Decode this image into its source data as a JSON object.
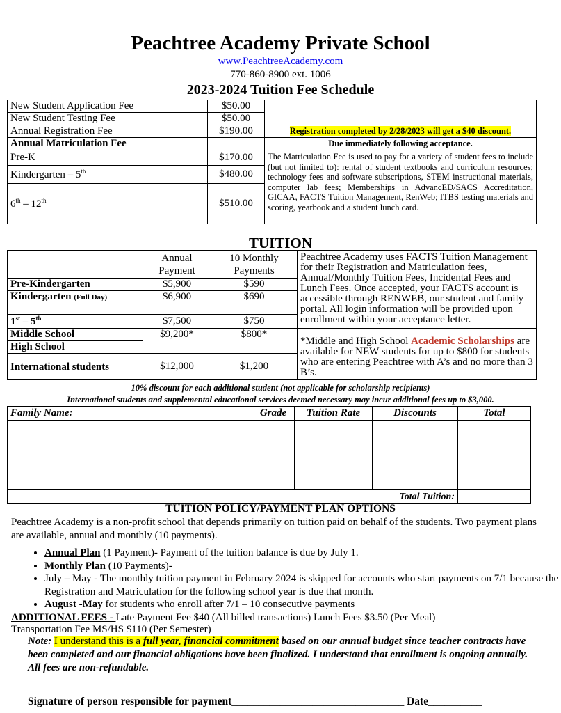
{
  "header": {
    "title": "Peachtree Academy Private School",
    "website": "www.PeachtreeAcademy.com",
    "phone": "770-860-8900 ext. 1006",
    "schedule_title": "2023-2024 Tuition Fee Schedule"
  },
  "fees": {
    "rows": [
      {
        "label": "New Student Application Fee",
        "amount": "$50.00"
      },
      {
        "label": "New Student Testing Fee",
        "amount": "$50.00"
      },
      {
        "label": "Annual Registration Fee",
        "amount": "$190.00"
      }
    ],
    "registration_note": "Registration completed by 2/28/2023 will get a $40 discount.",
    "matriculation_label": "Annual Matriculation Fee",
    "matriculation_due": "Due immediately following acceptance.",
    "matriculation_rows": [
      {
        "label": "Pre-K",
        "amount": "$170.00"
      },
      {
        "label_base": "Kindergarten – 5",
        "label_sup": "th",
        "amount": "$480.00"
      },
      {
        "label_a": "6",
        "label_a_sup": "th",
        "label_mid": " – 12",
        "label_b_sup": "th",
        "amount": "$510.00"
      }
    ],
    "matriculation_note": "The Matriculation Fee is used to pay for a variety of student fees to include (but not limited to): rental of student textbooks and curriculum resources; technology fees and software subscriptions, STEM instructional materials, computer lab fees; Memberships in AdvancED/SACS Accreditation, GICAA, FACTS Tuition Management, RenWeb; ITBS testing materials and scoring, yearbook and a student lunch card."
  },
  "tuition": {
    "heading": "TUITION",
    "col_annual": "Annual Payment",
    "col_monthly": "10 Monthly Payments",
    "rows": {
      "prek": {
        "label": "Pre-Kindergarten",
        "annual": "$5,900",
        "monthly": "$590"
      },
      "k": {
        "label": "Kindergarten",
        "label_small": "(Full Day)",
        "annual": "$6,900",
        "monthly": "$690"
      },
      "g15": {
        "label_a": "1",
        "label_a_sup": "st",
        "label_mid": " – 5",
        "label_b_sup": "th",
        "annual": "$7,500",
        "monthly": "$750"
      },
      "ms": {
        "label": "Middle School",
        "annual": "$9,200*",
        "monthly": "$800*"
      },
      "hs": {
        "label": "High School"
      },
      "intl": {
        "label": "International students",
        "annual": "$12,000",
        "monthly": "$1,200"
      }
    },
    "facts_note": "Peachtree Academy uses FACTS Tuition Management for their Registration and Matriculation fees, Annual/Monthly Tuition Fees, Incidental Fees and Lunch Fees.  Once accepted, your FACTS account is accessible through RENWEB, our student and family portal.   All login information will be provided upon enrollment within your acceptance letter.",
    "scholar_pre": "*Middle and High School ",
    "scholar_red": "Academic Scholarships",
    "scholar_post": " are available for NEW students for up to $800 for students who are entering Peachtree with A’s and no more than 3 B’s."
  },
  "discounts": {
    "line1": "10% discount for each additional student (not applicable for scholarship recipients)",
    "line2": "International students and supplemental educational services deemed necessary may incur additional fees up to $3,000."
  },
  "family_table": {
    "headers": [
      "Family Name:",
      "Grade",
      "Tuition Rate",
      "Discounts",
      "Total"
    ],
    "total_label": "Total Tuition:"
  },
  "policy": {
    "heading": "TUITION POLICY/PAYMENT PLAN OPTIONS",
    "intro": "Peachtree Academy is a non-profit school that depends primarily on tuition paid on behalf of the students.  Two payment plans are available, annual and monthly (10 payments).",
    "b1_bold": "Annual Plan",
    "b1_text": " (1 Payment)- Payment of the tuition balance is due by July 1.",
    "b2_bold": "Monthly Plan ",
    "b2_text": " (10 Payments)-",
    "b3_text": "July – May - The monthly tuition payment in February 2024 is skipped for accounts who start payments on 7/1 because the Registration and Matriculation for the following school year is due that month.",
    "b4_bold": "August -May",
    "b4_text": " for students who enroll after 7/1 – 10 consecutive payments"
  },
  "additional": {
    "label": "ADDITIONAL FEES - ",
    "line1": "Late Payment Fee $40 (All billed transactions) Lunch Fees $3.50 (Per Meal)",
    "line2": "Transportation Fee MS/HS $110 (Per Semester)"
  },
  "note": {
    "label": "Note: ",
    "hl1": "I understand this is a ",
    "hl2": "full year, financial commitment",
    "rest": " based on our annual budget since teacher contracts have been completed and our financial obligations have been finalized. I understand that enrollment is ongoing annually. All fees are non-refundable."
  },
  "signature": {
    "label": "Signature of person responsible for payment",
    "line": "________________________________",
    "date_label": " Date",
    "date_line": "__________"
  }
}
